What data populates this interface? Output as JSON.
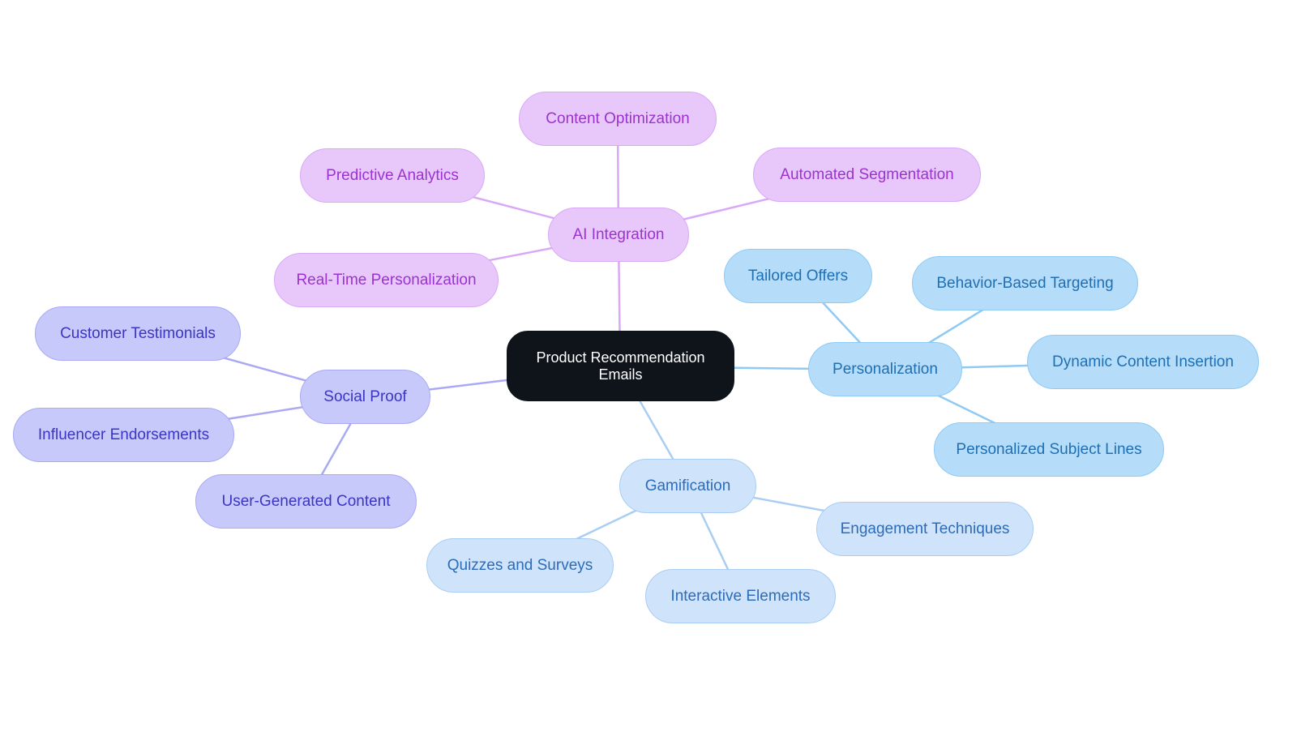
{
  "root": {
    "label": "Product Recommendation Emails"
  },
  "colors": {
    "root": "#0f141b",
    "ai_integration": "#e8c8fb",
    "personalization": "#b5ddfa",
    "gamification": "#cfe3fb",
    "social_proof": "#c8c9fb"
  },
  "branches": {
    "ai_integration": {
      "label": "AI Integration",
      "children": [
        "Content Optimization",
        "Predictive Analytics",
        "Automated Segmentation",
        "Real-Time Personalization"
      ]
    },
    "personalization": {
      "label": "Personalization",
      "children": [
        "Tailored Offers",
        "Behavior-Based Targeting",
        "Dynamic Content Insertion",
        "Personalized Subject Lines"
      ]
    },
    "gamification": {
      "label": "Gamification",
      "children": [
        "Engagement Techniques",
        "Quizzes and Surveys",
        "Interactive Elements"
      ]
    },
    "social_proof": {
      "label": "Social Proof",
      "children": [
        "Customer Testimonials",
        "Influencer Endorsements",
        "User-Generated Content"
      ]
    }
  }
}
